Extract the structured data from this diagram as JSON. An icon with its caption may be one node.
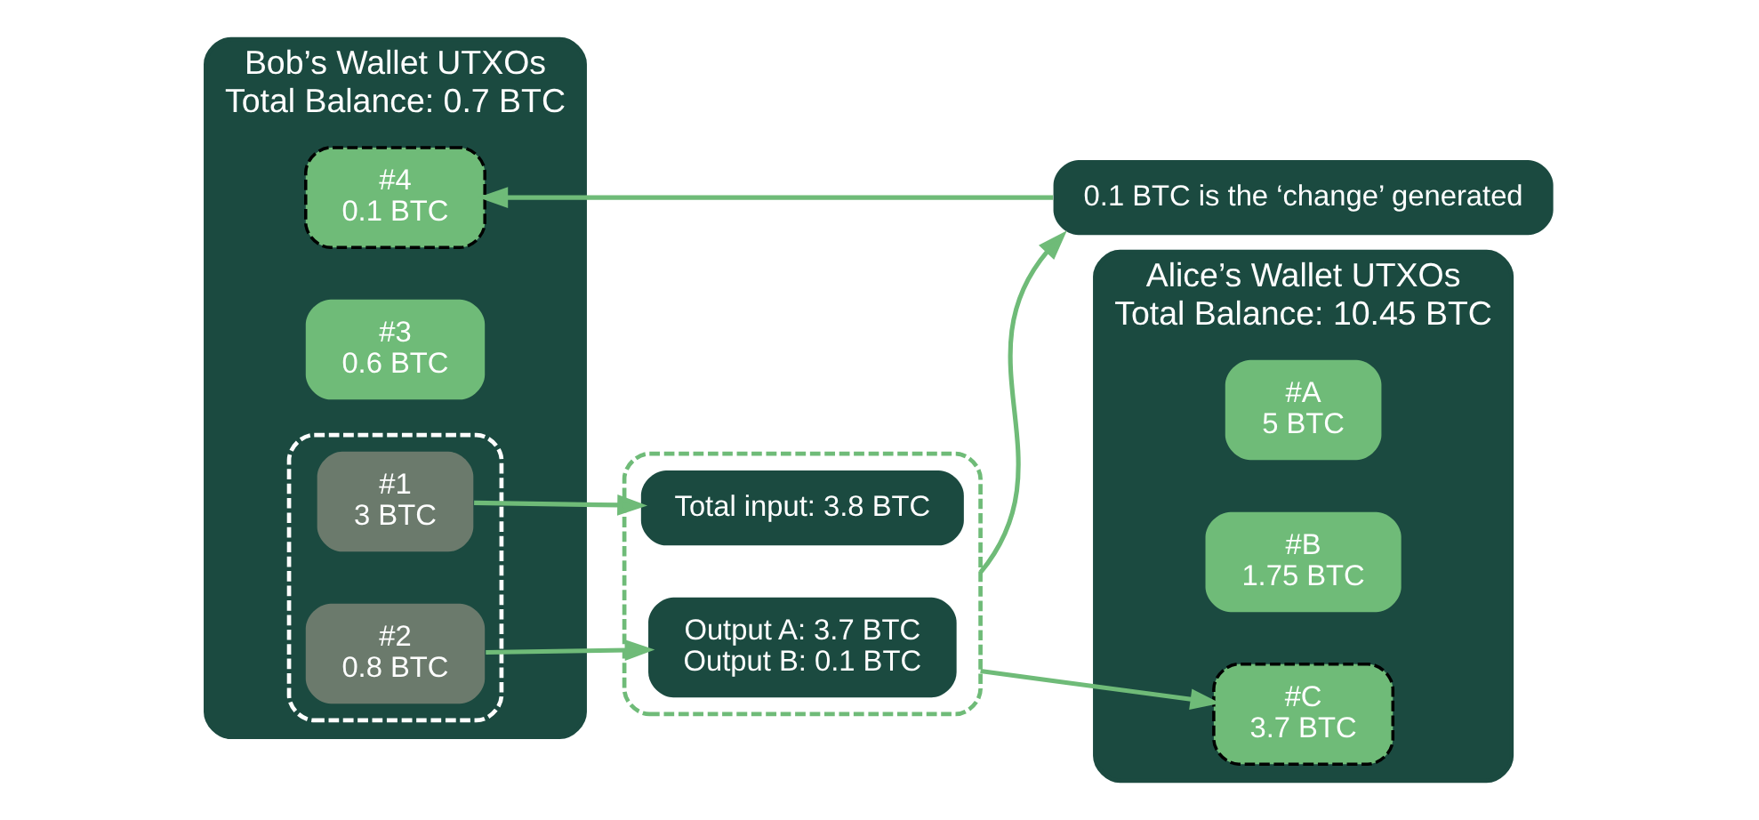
{
  "diagram": {
    "nodes": [
      {
        "text": [
          "Bob’s Wallet UTXOs",
          "Total Balance: 0.7 BTC"
        ]
      },
      {
        "text": [],
        "shape": "box",
        "in": 0
      },
      {
        "text": [
          "#1",
          "3 BTC"
        ],
        "in": 1
      },
      {
        "text": [
          "#2",
          "0.8 BTC"
        ],
        "in": 1
      },
      {
        "text": [
          "#3",
          "0.6 BTC"
        ],
        "in": 0
      },
      {
        "text": [
          "#4",
          "0.1 BTC"
        ],
        "in": 0
      },
      {
        "text": [],
        "shape": "box"
      },
      {
        "text": [
          "Total input: 3.8 BTC"
        ],
        "in": 6
      },
      {
        "text": [
          "Output A: 3.7 BTC",
          "Output B: 0.1 BTC"
        ],
        "in": 6
      },
      {
        "text": [
          "0.1 BTC is the ‘change’ generated"
        ]
      },
      {
        "text": [
          "Alice’s Wallet UTXOs",
          "Total Balance: 10.45 BTC"
        ]
      },
      {
        "text": [
          "#A",
          "5 BTC"
        ],
        "in": 10
      },
      {
        "text": [
          "#B",
          "1.75 BTC"
        ],
        "in": 10
      },
      {
        "text": [
          "#C",
          "3.7 BTC"
        ],
        "in": 10
      }
    ],
    "edges": [
      {
        "from": 2,
        "to": 7,
        "arrow": "to"
      },
      {
        "from": 3,
        "to": 8,
        "arrow": "to"
      },
      {
        "from": 6,
        "to": 9,
        "arrow": "to"
      },
      {
        "from": 9,
        "to": 5,
        "arrow": "to"
      },
      {
        "from": 6,
        "to": 13,
        "arrow": "to"
      }
    ]
  }
}
